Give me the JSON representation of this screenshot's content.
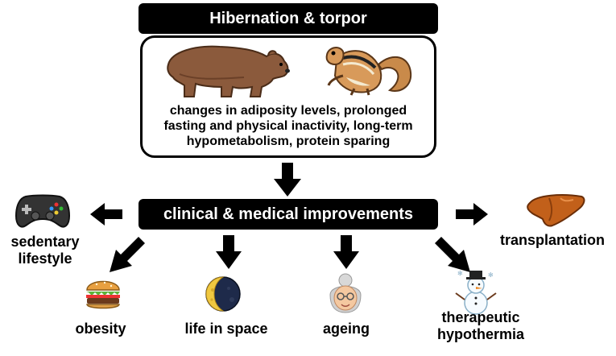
{
  "title": "Hibernation & torpor",
  "description": [
    "changes in adiposity levels, prolonged",
    "fasting and physical inactivity, long-term",
    "hypometabolism, protein sparing"
  ],
  "center_label": "clinical & medical improvements",
  "outcomes": {
    "sedentary": [
      "sedentary",
      "lifestyle"
    ],
    "transplantation": "transplantation",
    "obesity": "obesity",
    "space": "life in space",
    "ageing": "ageing",
    "therapeutic": [
      "therapeutic",
      "hypothermia"
    ]
  },
  "icons": {
    "bear": "bear-icon",
    "chipmunk": "chipmunk-icon",
    "gamepad": "gamepad-icon",
    "liver": "liver-icon",
    "burger": "burger-icon",
    "moon": "moon-icon",
    "grandma": "grandmother-icon",
    "snowman": "snowman-icon"
  }
}
